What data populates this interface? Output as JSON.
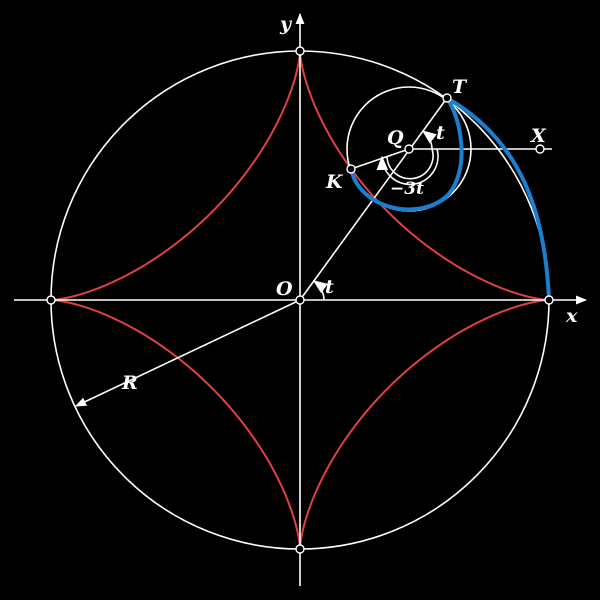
{
  "colors": {
    "background": "#000000",
    "lines": "#ffffff",
    "astroid": "#e04040",
    "traced_arc": "#1a7fd0"
  },
  "labels": {
    "axis_x": "x",
    "axis_y": "y",
    "origin": "O",
    "angle_at_origin": "t",
    "radius": "R",
    "small_center": "Q",
    "angle_at_q": "t",
    "rolling_angle": "−3t",
    "point_t": "T",
    "point_k": "K",
    "point_x": "X"
  }
}
